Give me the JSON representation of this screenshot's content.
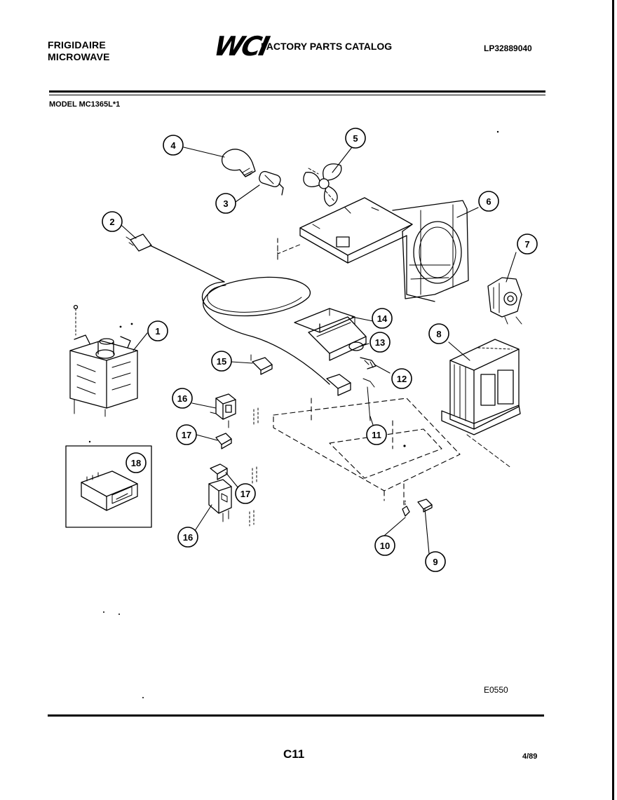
{
  "header": {
    "brand_line1": "FRIGIDAIRE",
    "brand_line2": "MICROWAVE",
    "logo": "WCI",
    "catalog_title": "FACTORY PARTS CATALOG",
    "catalog_number": "LP32889040",
    "model": "MODEL MC1365L*1"
  },
  "callouts": [
    "1",
    "2",
    "3",
    "4",
    "5",
    "6",
    "7",
    "8",
    "9",
    "10",
    "11",
    "12",
    "13",
    "14",
    "15",
    "16",
    "16",
    "17",
    "17",
    "18"
  ],
  "footer": {
    "diagram_code": "E0550",
    "page": "C11",
    "date": "4/89"
  }
}
